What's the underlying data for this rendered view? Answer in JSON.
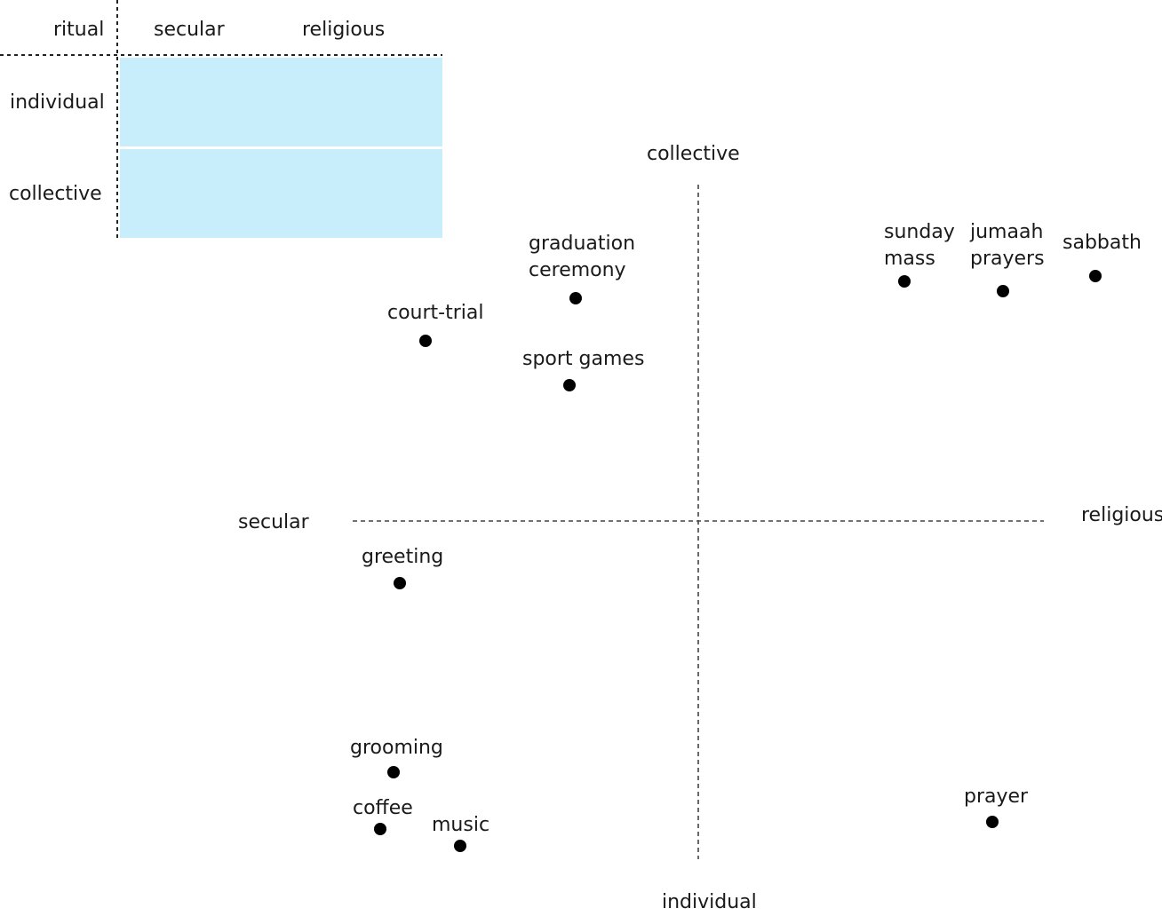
{
  "table": {
    "corner": "ritual",
    "columns": [
      "secular",
      "religious"
    ],
    "rows": [
      "individual",
      "collective"
    ],
    "fill_color": "#c8eefb"
  },
  "axes": {
    "top": "collective",
    "bottom": "individual",
    "left": "secular",
    "right": "religious"
  },
  "points": [
    {
      "label": "graduation\nceremony"
    },
    {
      "label": "court-trial"
    },
    {
      "label": "sport games"
    },
    {
      "label": "sunday\nmass"
    },
    {
      "label": "jumaah\nprayers"
    },
    {
      "label": "sabbath"
    },
    {
      "label": "greeting"
    },
    {
      "label": "grooming"
    },
    {
      "label": "coffee"
    },
    {
      "label": "music"
    },
    {
      "label": "prayer"
    }
  ]
}
